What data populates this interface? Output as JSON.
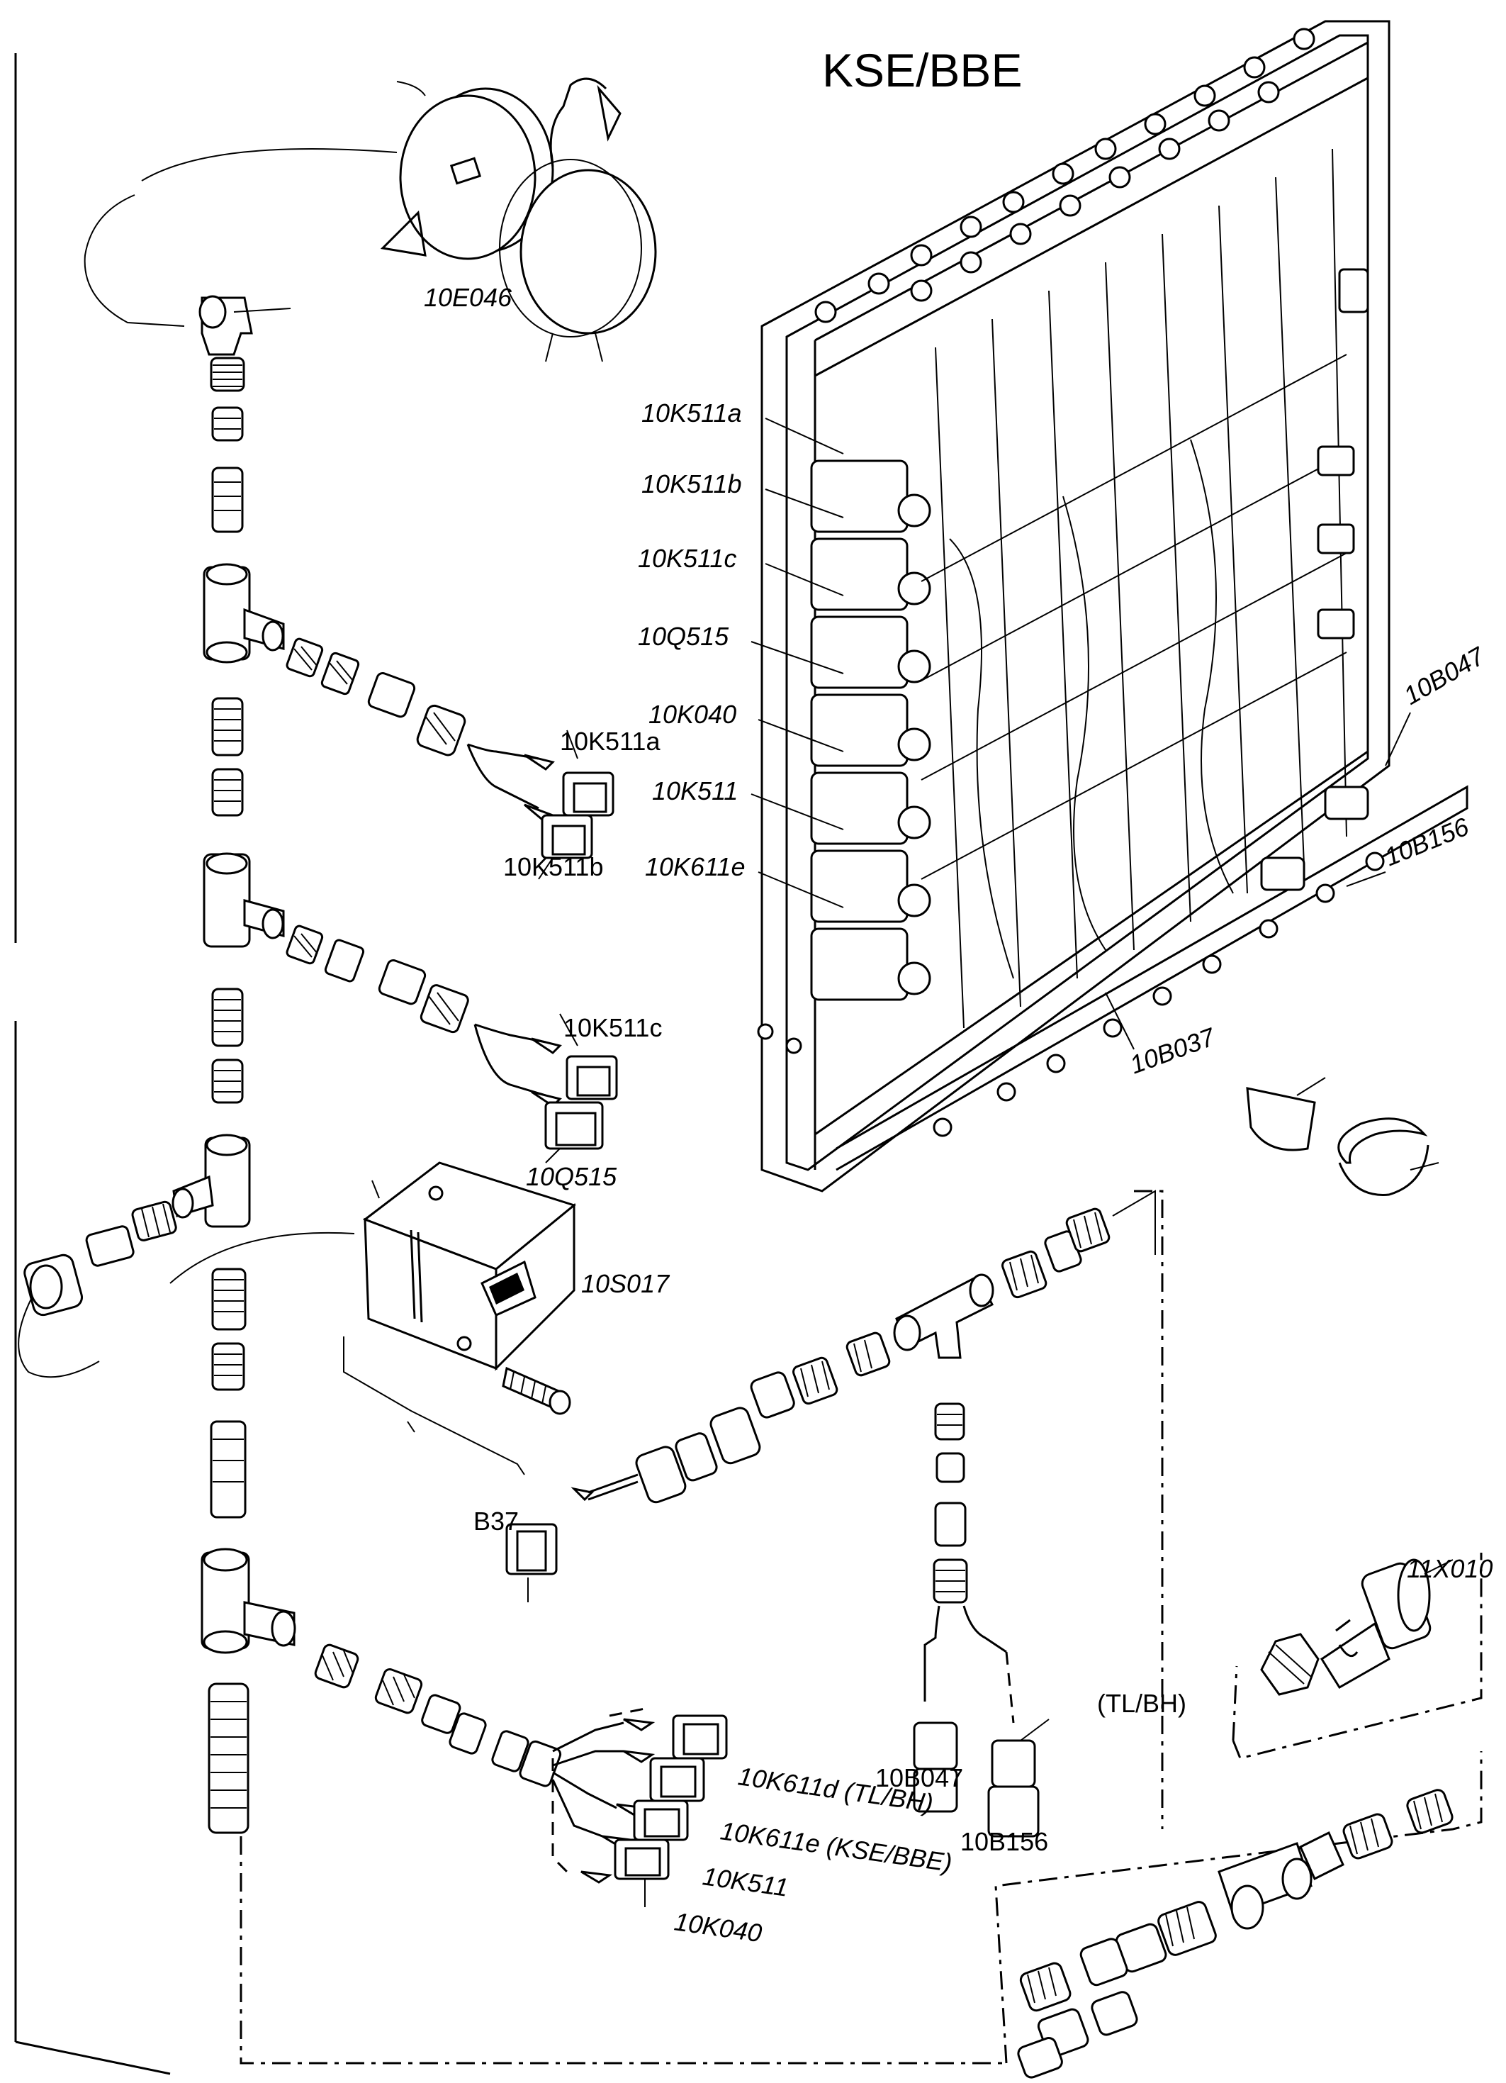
{
  "title": "KSE/BBE",
  "labels": {
    "horn": "10E046",
    "k511a_top": "10K511a",
    "k511b_top": "10K511b",
    "k511c_top": "10K511c",
    "q515_top": "10Q515",
    "k040_top": "10K040",
    "k511_top": "10K511",
    "k611e_top": "10K611e",
    "b047_top": "10B047",
    "b156_top": "10B156",
    "b037": "10B037",
    "k511a_conn": "10K511a",
    "k511b_conn": "10K511b",
    "k511c_conn": "10K511c",
    "q515_conn": "10Q515",
    "s017": "10S017",
    "b37": "B37",
    "x010": "11X010",
    "tlbh": "(TL/BH)",
    "b047_conn": "10B047",
    "b156_conn": "10B156",
    "k611d": "10K611d (TL/BH)",
    "k611e_conn": "10K611e (KSE/BBE)",
    "k511_conn": "10K511",
    "k040_conn": "10K040"
  }
}
